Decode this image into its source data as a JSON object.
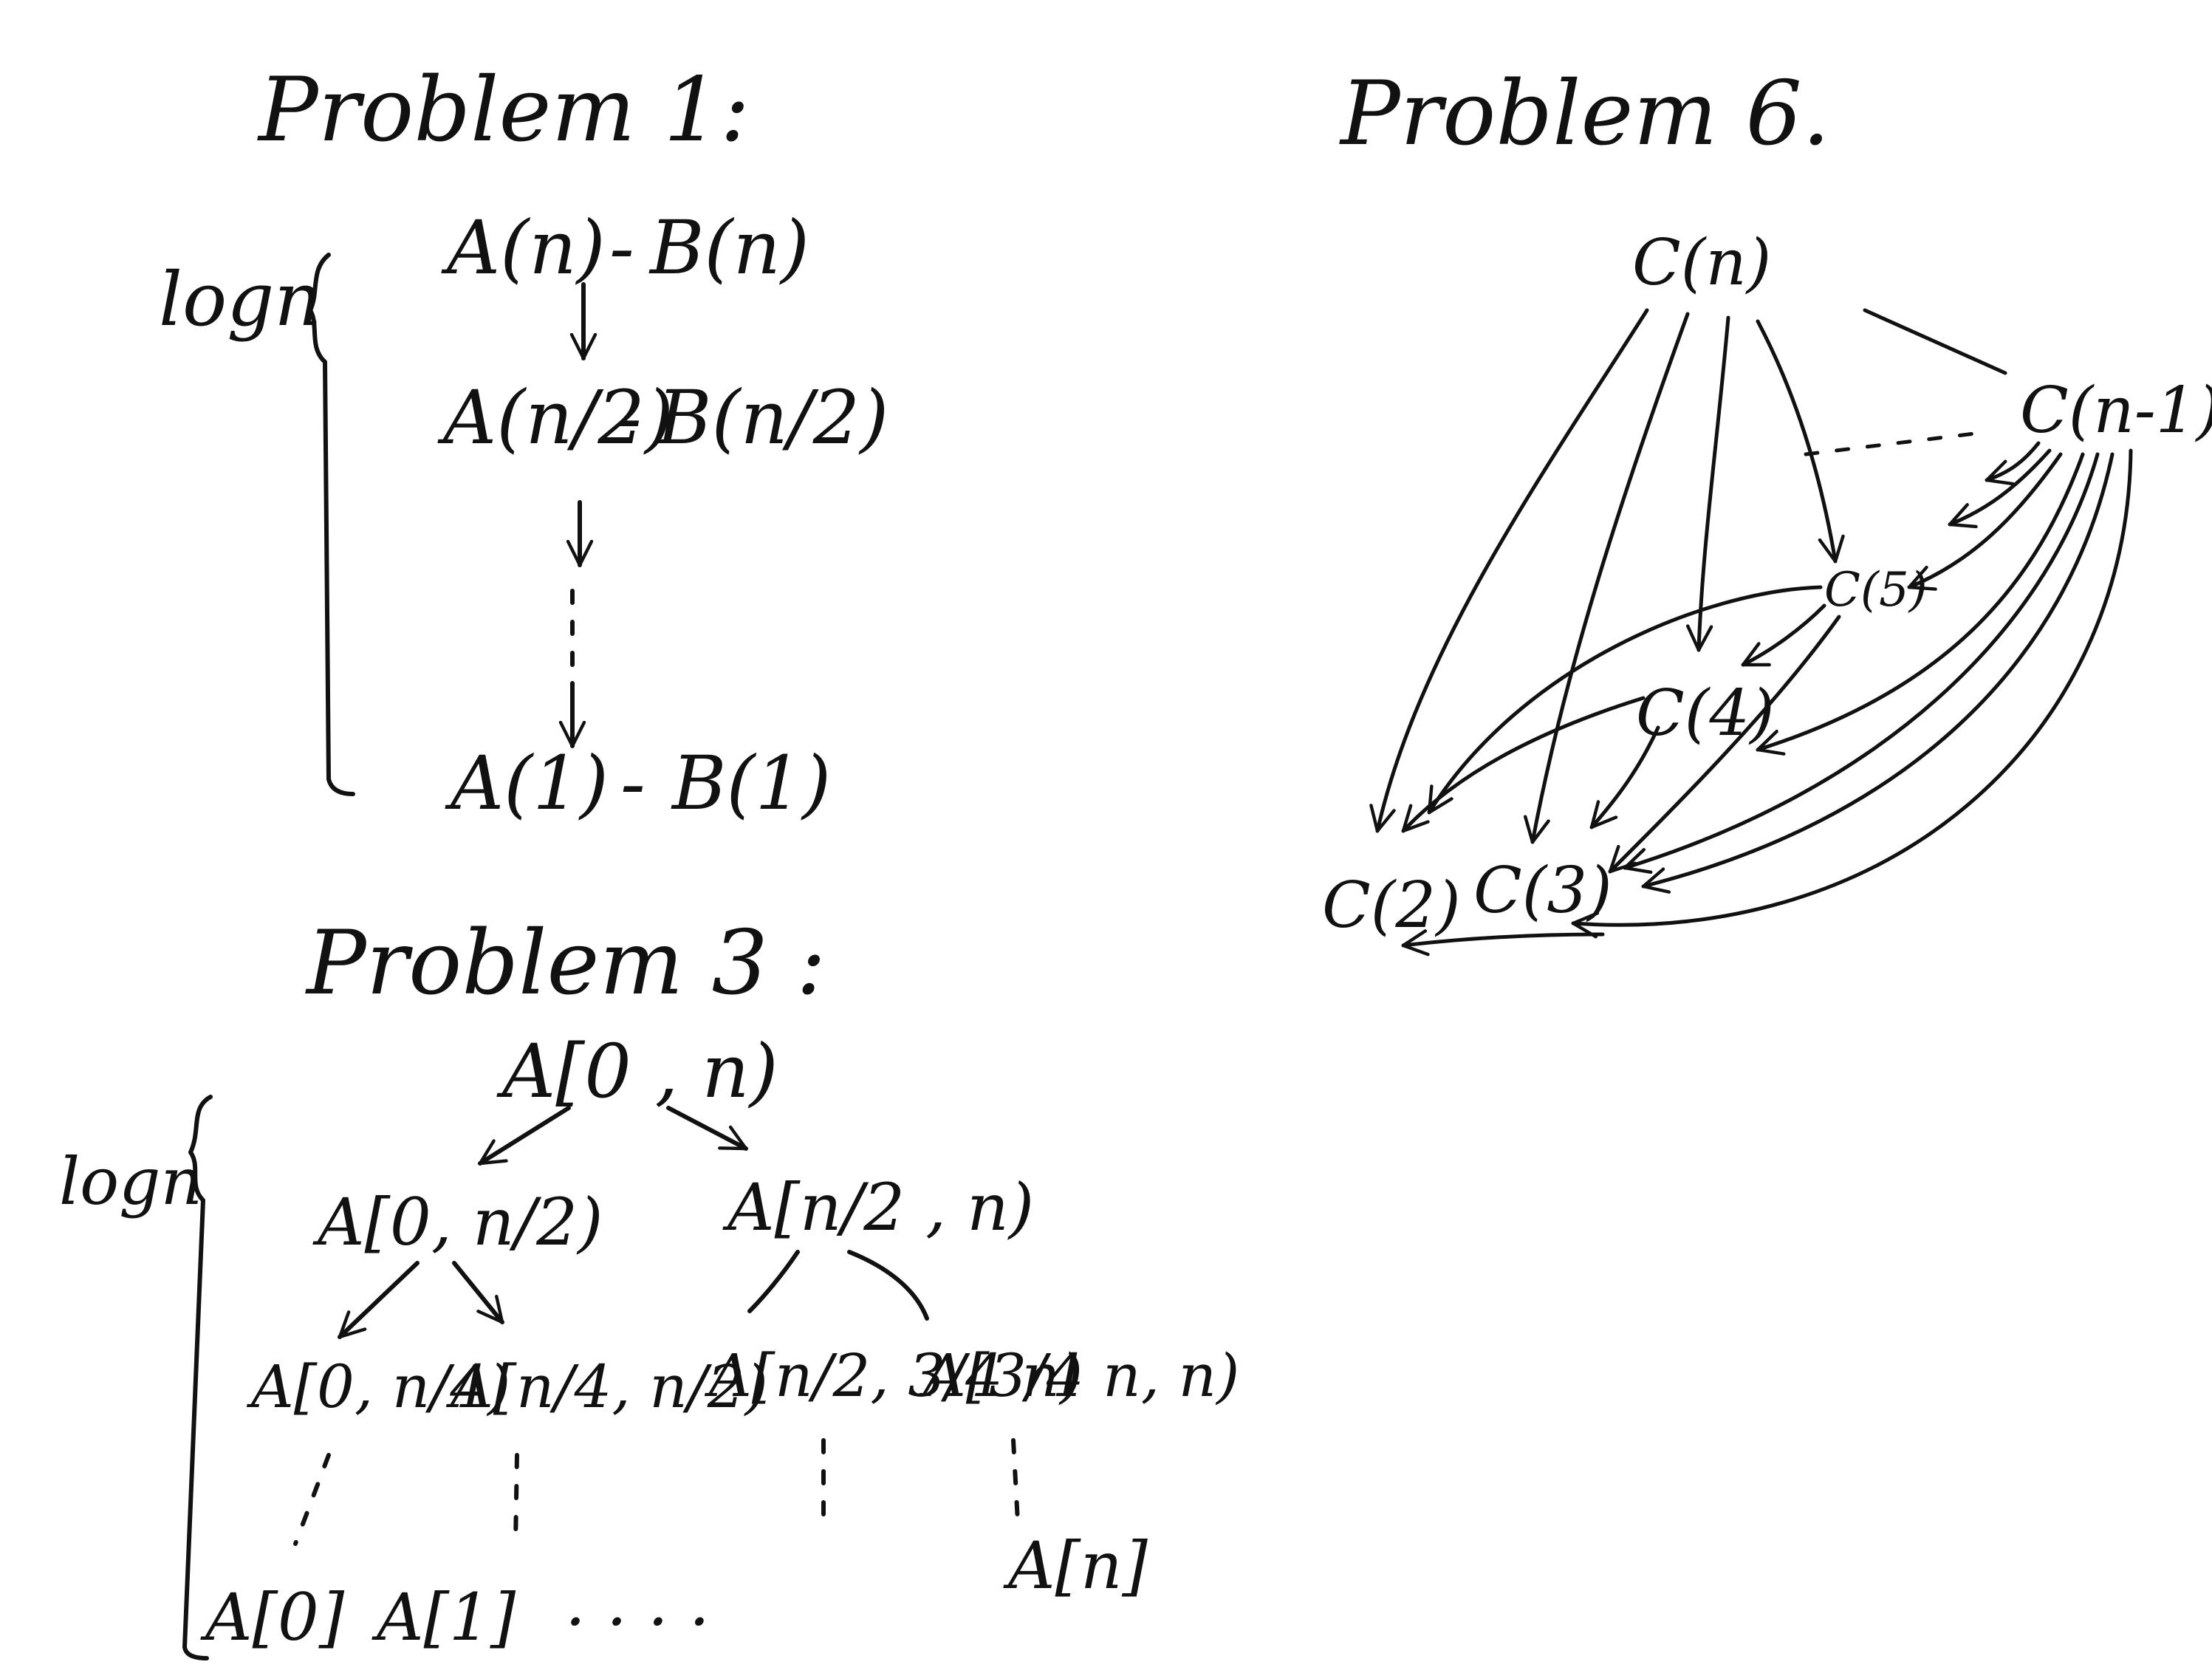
{
  "problem1": {
    "title": "Problem 1:",
    "brace_label": "logn",
    "levels": [
      {
        "a": "A(n)",
        "dash": "-",
        "b": "B(n)"
      },
      {
        "a": "A(n/2)",
        "dash": "-",
        "b": "B(n/2)"
      },
      {
        "a": "A(1)",
        "dash": "-",
        "b": "B(1)"
      }
    ]
  },
  "problem3": {
    "title": "Problem 3 :",
    "brace_label": "logn",
    "root": "A[0 , n)",
    "level1": [
      "A[0, n/2)",
      "A[n/2 , n)"
    ],
    "level2": [
      "A[0, n/4)",
      "A[n/4, n/2)",
      "A[n/2, 3/4 n)",
      "A[3/4 n, n)"
    ],
    "leaves": [
      "A[0]",
      "A[1]",
      ". . . .",
      "A[n]"
    ]
  },
  "problem6": {
    "title": "Problem 6.",
    "nodes": {
      "n": "C(n)",
      "n_minus_1": "C(n-1)",
      "c5": "C(5)",
      "c4": "C(4)",
      "c3": "C(3)",
      "c2": "C(2)"
    }
  }
}
